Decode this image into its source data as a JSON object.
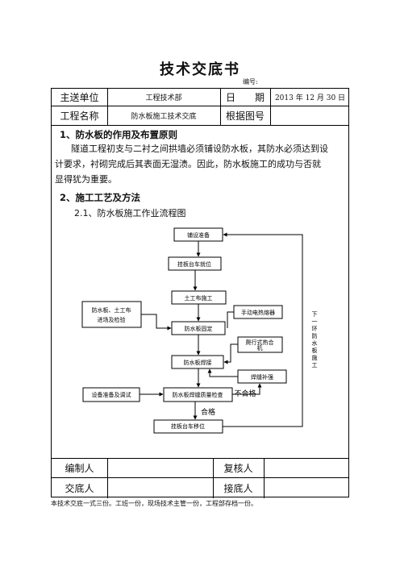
{
  "title": "技术交底书",
  "doc_number_label": "编号:",
  "header": {
    "main_unit_label": "主送单位",
    "main_unit_value": "工程技术部",
    "date_label": "日　　期",
    "date_value": "2013 年 12 月 30 日",
    "project_label": "工程名称",
    "project_value": "防水板施工技术交底",
    "drawing_label": "根据图号",
    "drawing_value": ""
  },
  "body": {
    "section1_title": "1、防水板的作用及布置原则",
    "section1_line1": "隧道工程初支与二衬之间拱墙必须铺设防水板，其防水必须达到设",
    "section1_line2": "计要求，衬砌完成后其表面无湿渍。因此，防水板施工的成功与否就",
    "section1_line3": "显得犹为重要。",
    "section2_title": "2、施工工艺及方法",
    "subsection_title": "2.1、防水板施工作业流程图"
  },
  "flowchart": {
    "prep": "铺设准备",
    "trolley_in": "挂板台车就位",
    "geotextile": "土工布施工",
    "materials_1": "防水板、土工布",
    "materials_2": "进场及检验",
    "hot_gun": "手动电热熔器",
    "fix": "防水板固定",
    "crawler_1": "爬行式热合",
    "crawler_2": "机",
    "weld": "防水板焊接",
    "repair": "焊缝补强",
    "equipment": "设备准备及调试",
    "inspect": "防水板焊缝质量检查",
    "fail": "不合格",
    "pass": "合格",
    "trolley_move": "挂板台车移位",
    "next_cycle": "下一环防水板施工"
  },
  "signoff": {
    "prepared_by_label": "编制人",
    "prepared_by_value": "",
    "reviewed_by_label": "复核人",
    "reviewed_by_value": "",
    "handed_over_label": "交底人",
    "handed_over_value": "",
    "received_by_label": "接底人",
    "received_by_value": ""
  },
  "footer_note": "本技术交底一式三份。工班一份，现场技术主管一份，工程部存档一份。"
}
